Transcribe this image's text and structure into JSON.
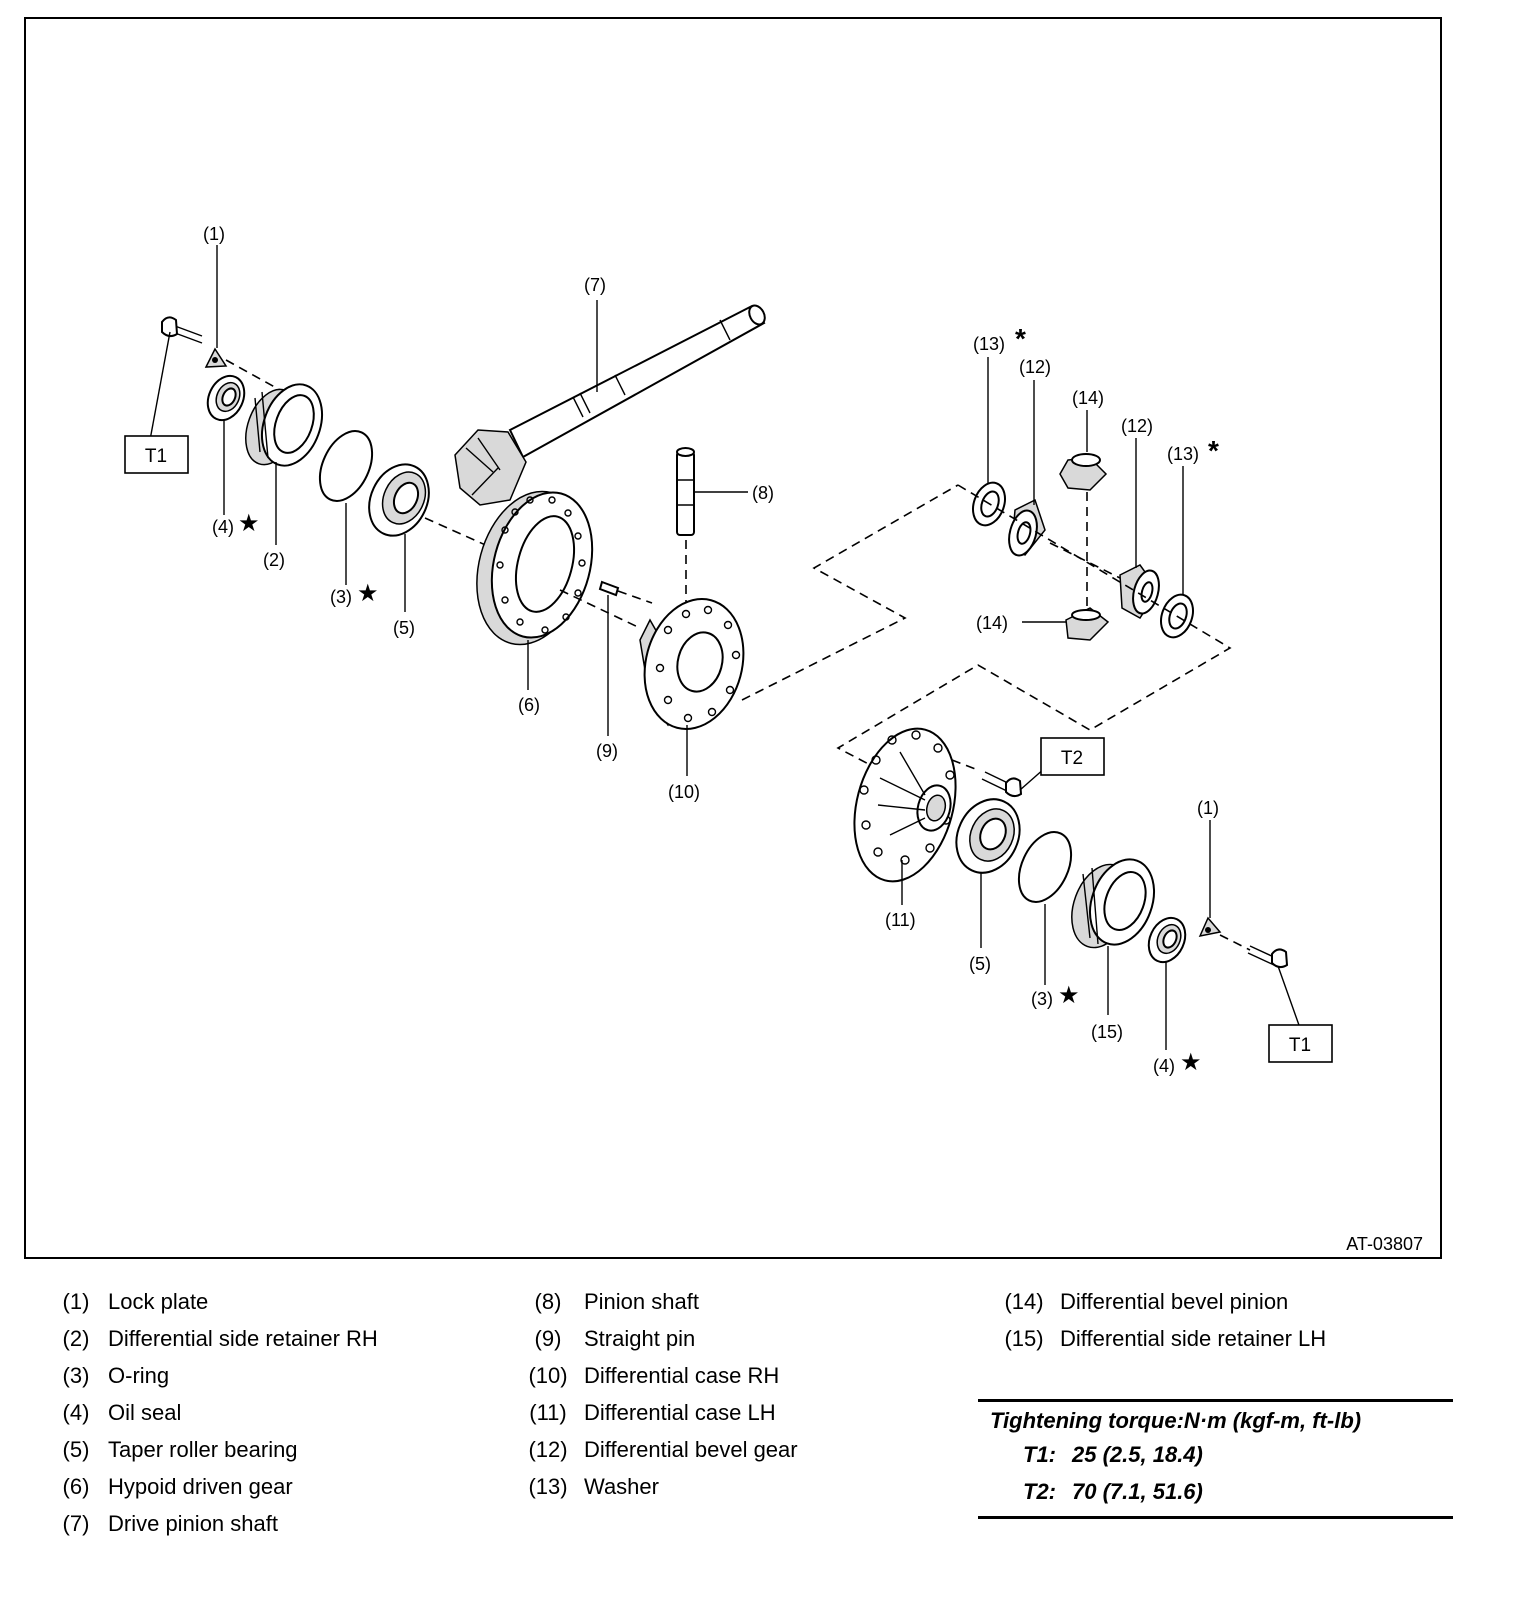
{
  "diagram": {
    "figure_id": "AT-03807",
    "callouts": {
      "c1_top": "(1)",
      "c7": "(7)",
      "c13_top": "(13)",
      "c12_top": "(12)",
      "c14_top": "(14)",
      "c12_mid": "(12)",
      "c13_mid": "(13)",
      "c8": "(8)",
      "c4_left": "(4)",
      "c2": "(2)",
      "c3_left": "(3)",
      "c5_left": "(5)",
      "c6": "(6)",
      "c9": "(9)",
      "c10": "(10)",
      "c14_bot": "(14)",
      "c11": "(11)",
      "c1_right": "(1)",
      "c5_right": "(5)",
      "c3_right": "(3)",
      "c15": "(15)",
      "c4_right": "(4)",
      "star": "★",
      "asterisk": "*"
    },
    "boxes": {
      "t1_left": "T1",
      "t2": "T2",
      "t1_right": "T1"
    }
  },
  "legend": {
    "col1": [
      {
        "num": "(1)",
        "text": "Lock plate"
      },
      {
        "num": "(2)",
        "text": "Differential side retainer RH"
      },
      {
        "num": "(3)",
        "text": "O-ring"
      },
      {
        "num": "(4)",
        "text": "Oil seal"
      },
      {
        "num": "(5)",
        "text": "Taper roller bearing"
      },
      {
        "num": "(6)",
        "text": "Hypoid driven gear"
      },
      {
        "num": "(7)",
        "text": "Drive pinion shaft"
      }
    ],
    "col2": [
      {
        "num": "(8)",
        "text": "Pinion shaft"
      },
      {
        "num": "(9)",
        "text": "Straight pin"
      },
      {
        "num": "(10)",
        "text": "Differential case RH"
      },
      {
        "num": "(11)",
        "text": "Differential case LH"
      },
      {
        "num": "(12)",
        "text": "Differential bevel gear"
      },
      {
        "num": "(13)",
        "text": "Washer"
      }
    ],
    "col3": [
      {
        "num": "(14)",
        "text": "Differential bevel pinion"
      },
      {
        "num": "(15)",
        "text": "Differential side retainer LH"
      }
    ]
  },
  "torque": {
    "header": "Tightening torque:N·m (kgf-m, ft-lb)",
    "rows": [
      {
        "key": "T1:",
        "value": "25 (2.5, 18.4)"
      },
      {
        "key": "T2:",
        "value": "70 (7.1, 51.6)"
      }
    ]
  }
}
